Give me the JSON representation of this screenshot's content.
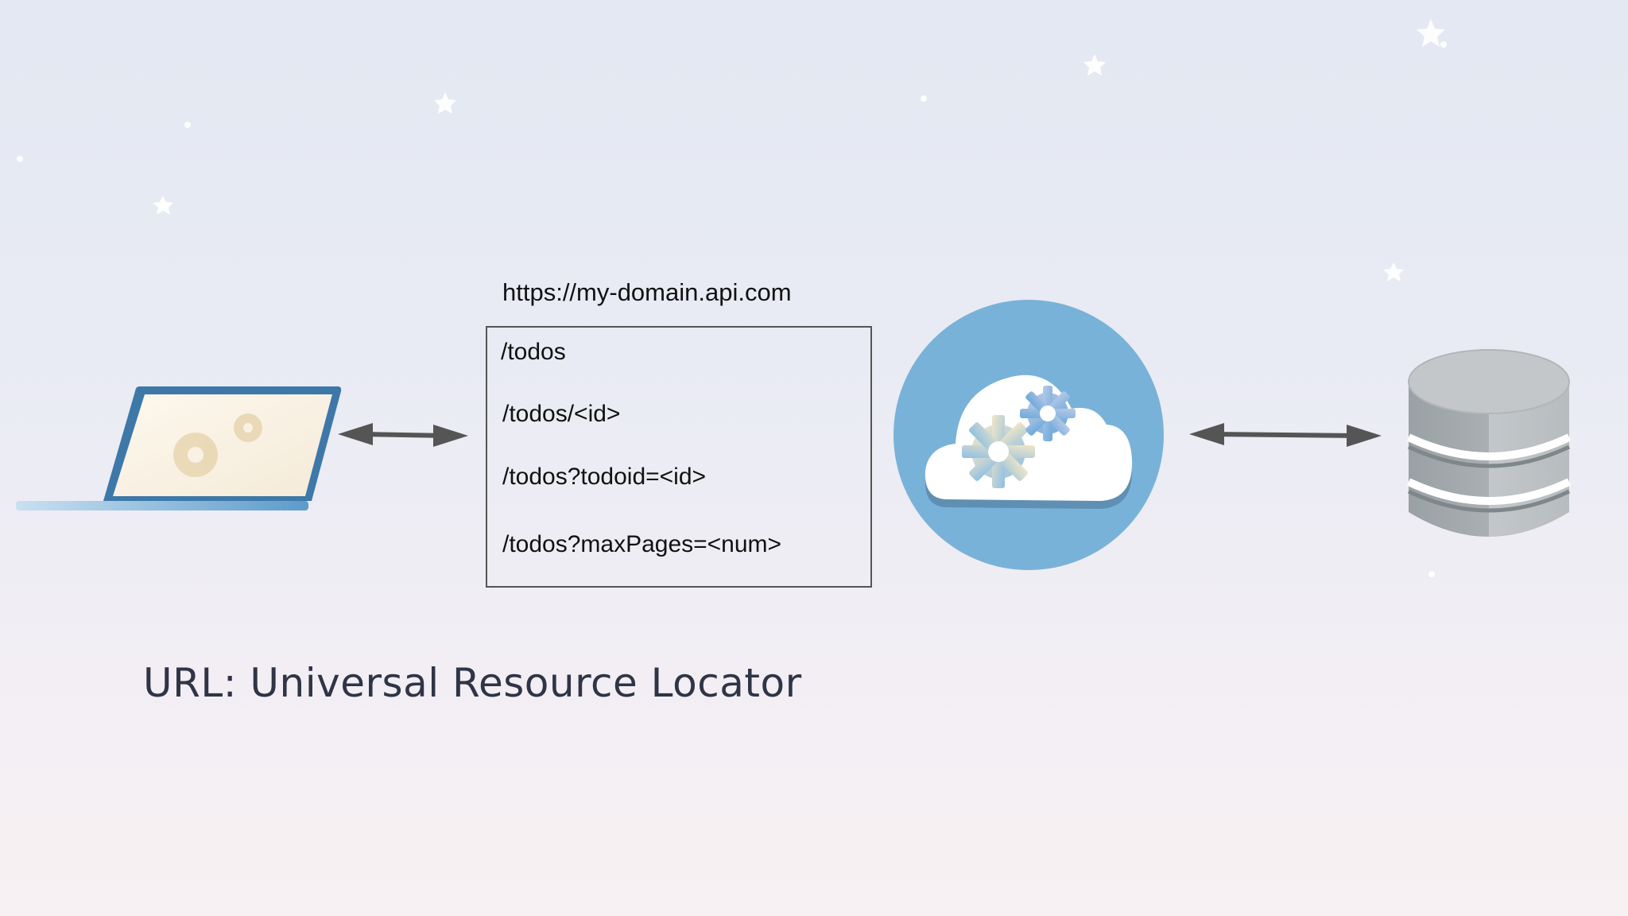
{
  "api": {
    "base_url": "https://my-domain.api.com",
    "endpoints": [
      "/todos",
      "/todos/<id>",
      "/todos?todoid=<id>",
      "/todos?maxPages=<num>"
    ]
  },
  "caption": "URL: Universal Resource Locator",
  "nodes": {
    "client_icon": "laptop-icon",
    "server_icon": "cloud-gears-icon",
    "storage_icon": "database-icon"
  },
  "colors": {
    "server_circle": "#79b2d8",
    "laptop_frame": "#4a86b4",
    "arrow": "#555555",
    "database": "#9aa1a6"
  }
}
